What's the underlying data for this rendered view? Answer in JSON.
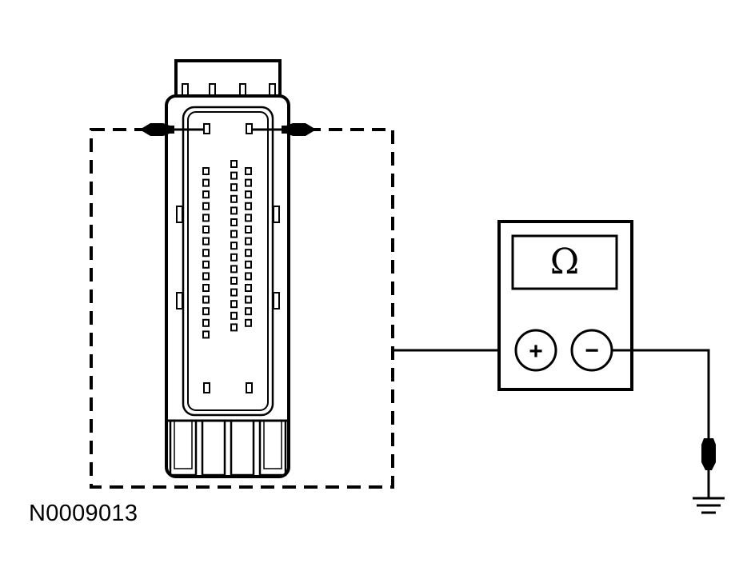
{
  "figure_id": "N0009013",
  "meter": {
    "display_symbol": "Ω",
    "positive_label": "+",
    "negative_label": "−"
  },
  "connector": {
    "left_column_pins": 15,
    "middle_column_pins": 15,
    "right_column_pins": 14
  },
  "colors": {
    "line": "#000000",
    "background": "#ffffff"
  }
}
